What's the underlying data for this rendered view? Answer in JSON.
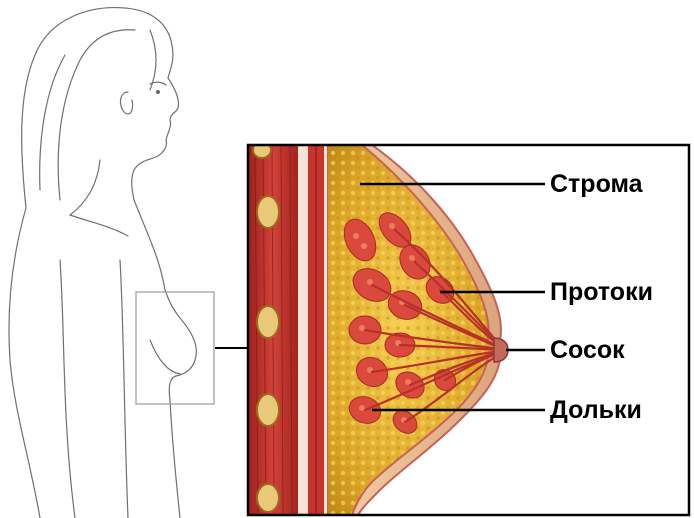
{
  "labels": {
    "stroma": "Строма",
    "ducts": "Протоки",
    "nipple": "Сосок",
    "lobules": "Дольки"
  },
  "colors": {
    "outline": "#000000",
    "sketch_line": "#8a8a8a",
    "skin": "#e9b98a",
    "skin_edge": "#c9605a",
    "fat": "#d9a320",
    "fat_light": "#f2c94a",
    "muscle": "#c8332c",
    "muscle_dark": "#8e1c17",
    "rib": "#e8c97a",
    "lobule": "#d94a3c",
    "lobule_light": "#f08a6a",
    "pleura": "#f4e4d8"
  },
  "icons": {
    "silhouette": "female-torso-outline-drawing",
    "zoom_box": "zoom-region-box",
    "cross_section": "breast-cross-section-illustration"
  }
}
